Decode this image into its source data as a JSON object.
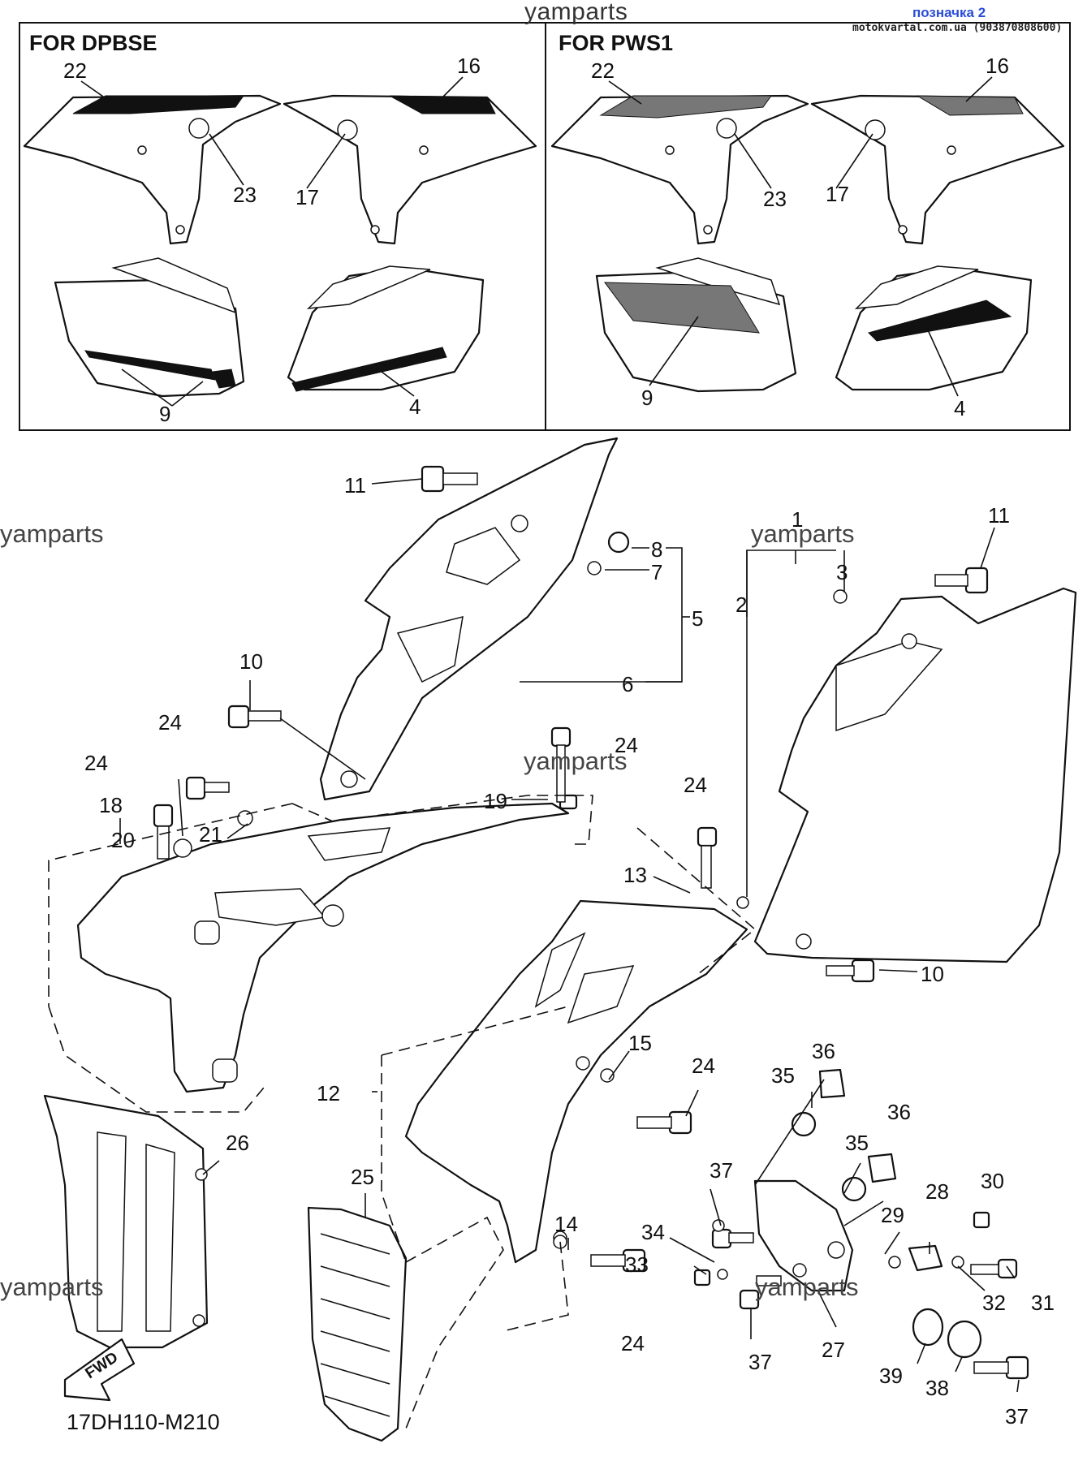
{
  "header": {
    "watermark": "yamparts",
    "link_text": "позначка 2",
    "source_text": "motokvartal.com.ua (903870808600)"
  },
  "watermarks": [
    "yamparts",
    "yamparts",
    "yamparts",
    "yamparts",
    "yamparts"
  ],
  "inset_boxes": [
    {
      "title": "FOR DPBSE",
      "callouts": [
        "22",
        "16",
        "23",
        "17",
        "9",
        "4"
      ]
    },
    {
      "title": "FOR PWS1",
      "callouts": [
        "22",
        "16",
        "23",
        "17",
        "9",
        "4"
      ]
    }
  ],
  "callouts": {
    "c11a": "11",
    "c8": "8",
    "c7": "7",
    "c5": "5",
    "c6": "6",
    "c10a": "10",
    "c1": "1",
    "c2": "2",
    "c3": "3",
    "c11b": "11",
    "c24a": "24",
    "c24b": "24",
    "c24c": "24",
    "c24d": "24",
    "c18": "18",
    "c19": "19",
    "c20": "20",
    "c21": "21",
    "c13": "13",
    "c10b": "10",
    "c15": "15",
    "c24e": "24",
    "c12": "12",
    "c36a": "36",
    "c35a": "35",
    "c36b": "36",
    "c35b": "35",
    "c26": "26",
    "c25": "25",
    "c37a": "37",
    "c29": "29",
    "c28": "28",
    "c30": "30",
    "c14": "14",
    "c34": "34",
    "c33": "33",
    "c24f": "24",
    "c32": "32",
    "c31": "31",
    "c37b": "37",
    "c27": "27",
    "c39": "39",
    "c38": "38",
    "c37c": "37"
  },
  "fwd_label": "FWD",
  "diagram_code": "17DH110-M210"
}
